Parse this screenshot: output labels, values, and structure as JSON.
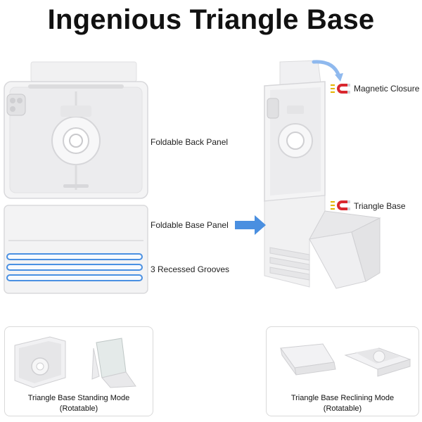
{
  "header": {
    "title": "Ingenious Triangle Base"
  },
  "left_panel": {
    "labels": {
      "back_panel": "Foldable Back Panel",
      "base_panel": "Foldable Base Panel",
      "grooves": "3 Recessed Grooves"
    }
  },
  "right_panel": {
    "labels": {
      "magnetic": "Magnetic Closure",
      "triangle": "Triangle Base"
    }
  },
  "modes": {
    "standing": {
      "line1": "Triangle Base Standing Mode",
      "line2": "(Rotatable)"
    },
    "reclining": {
      "line1": "Triangle Base Reclining Mode",
      "line2": "(Rotatable)"
    }
  },
  "colors": {
    "case_white": "#f3f3f4",
    "groove_blue": "#4a90e2",
    "arrow_blue": "#4a8fe0",
    "magnet_red": "#d9282f"
  }
}
